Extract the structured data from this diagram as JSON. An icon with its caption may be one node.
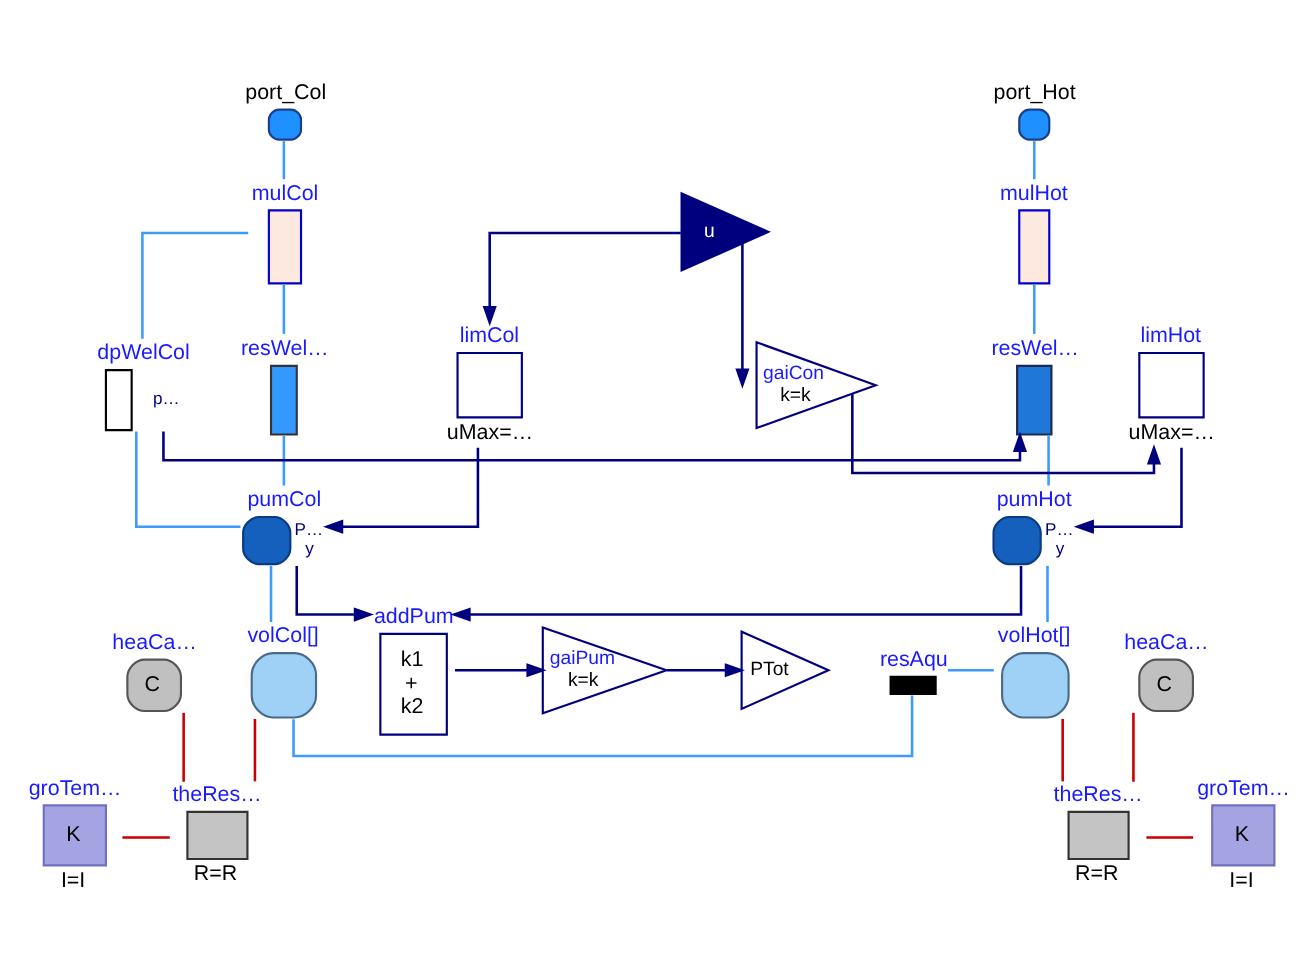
{
  "diagram": {
    "nodes": [
      {
        "text": [
          "port_Col"
        ]
      },
      {
        "text": [
          "port_Hot"
        ]
      },
      {
        "text": [
          "mulCol"
        ]
      },
      {
        "text": [
          "mulHot"
        ]
      },
      {
        "text": [
          "resWel…"
        ]
      },
      {
        "text": [
          "dpWelCol"
        ],
        "beside": [
          "p…"
        ]
      },
      {
        "text": [
          "resWel…"
        ]
      },
      {
        "text": [
          "addPum",
          "k1",
          "+",
          "k2"
        ]
      },
      {
        "text": [
          "gaiPum",
          "k=k"
        ]
      },
      {
        "text": [
          "PTot"
        ]
      },
      {
        "text": [
          "u"
        ]
      },
      {
        "text": [
          "limCol",
          "uMax=…"
        ]
      },
      {
        "text": [
          "pumCol"
        ],
        "beside": [
          "P…",
          "y"
        ]
      },
      {
        "text": [
          "gaiCon",
          "k=k"
        ]
      },
      {
        "text": [
          "limHot",
          "uMax=…"
        ]
      },
      {
        "text": [
          "pumHot"
        ],
        "beside": [
          "P…",
          "y"
        ]
      },
      {
        "text": [
          "resAqu"
        ]
      },
      {
        "text": [
          "volCol[]"
        ]
      },
      {
        "text": [
          "volHot[]"
        ]
      },
      {
        "text": [
          "heaCa…",
          "C"
        ]
      },
      {
        "text": [
          "heaCa…",
          "C"
        ]
      },
      {
        "text": [
          "groTem…",
          "K",
          "I=I"
        ]
      },
      {
        "text": [
          "theRes…",
          "R=R"
        ]
      },
      {
        "text": [
          "theRes…",
          "R=R"
        ]
      },
      {
        "text": [
          "groTem…",
          "K",
          "I=I"
        ]
      }
    ],
    "edges": [
      {
        "from": 0,
        "to": 2,
        "arrow": "none"
      },
      {
        "from": 2,
        "to": 4,
        "arrow": "none"
      },
      {
        "from": 2,
        "to": 5,
        "arrow": "none"
      },
      {
        "from": 4,
        "to": 12,
        "arrow": "none"
      },
      {
        "from": 5,
        "to": 12,
        "arrow": "none"
      },
      {
        "from": 1,
        "to": 3,
        "arrow": "none"
      },
      {
        "from": 3,
        "to": 6,
        "arrow": "none"
      },
      {
        "from": 6,
        "to": 15,
        "arrow": "none"
      },
      {
        "from": 5,
        "to": 6,
        "arrow": "to",
        "color": "#00007f"
      },
      {
        "from": 10,
        "to": 11,
        "arrow": "to",
        "color": "#00007f"
      },
      {
        "from": 10,
        "to": 13,
        "arrow": "to",
        "color": "#00007f"
      },
      {
        "from": 11,
        "to": 12,
        "arrow": "to",
        "color": "#00007f"
      },
      {
        "from": 12,
        "to": 7,
        "arrow": "to",
        "color": "#00007f"
      },
      {
        "from": 15,
        "to": 7,
        "arrow": "to",
        "color": "#00007f"
      },
      {
        "from": 7,
        "to": 8,
        "arrow": "to",
        "color": "#00007f"
      },
      {
        "from": 8,
        "to": 9,
        "arrow": "to",
        "color": "#00007f"
      },
      {
        "from": 13,
        "to": 14,
        "arrow": "to",
        "color": "#00007f"
      },
      {
        "from": 14,
        "to": 15,
        "arrow": "to",
        "color": "#00007f"
      },
      {
        "from": 12,
        "to": 17,
        "arrow": "none"
      },
      {
        "from": 17,
        "to": 16,
        "arrow": "none"
      },
      {
        "from": 16,
        "to": 18,
        "arrow": "none"
      },
      {
        "from": 15,
        "to": 18,
        "arrow": "none"
      },
      {
        "from": 21,
        "to": 22,
        "arrow": "none",
        "color": "#c80000"
      },
      {
        "from": 19,
        "to": 22,
        "arrow": "none",
        "color": "#c80000"
      },
      {
        "from": 17,
        "to": 22,
        "arrow": "none",
        "color": "#c80000"
      },
      {
        "from": 20,
        "to": 23,
        "arrow": "none",
        "color": "#c80000"
      },
      {
        "from": 18,
        "to": 23,
        "arrow": "none",
        "color": "#c80000"
      },
      {
        "from": 23,
        "to": 24,
        "arrow": "none",
        "color": "#c80000"
      }
    ]
  }
}
